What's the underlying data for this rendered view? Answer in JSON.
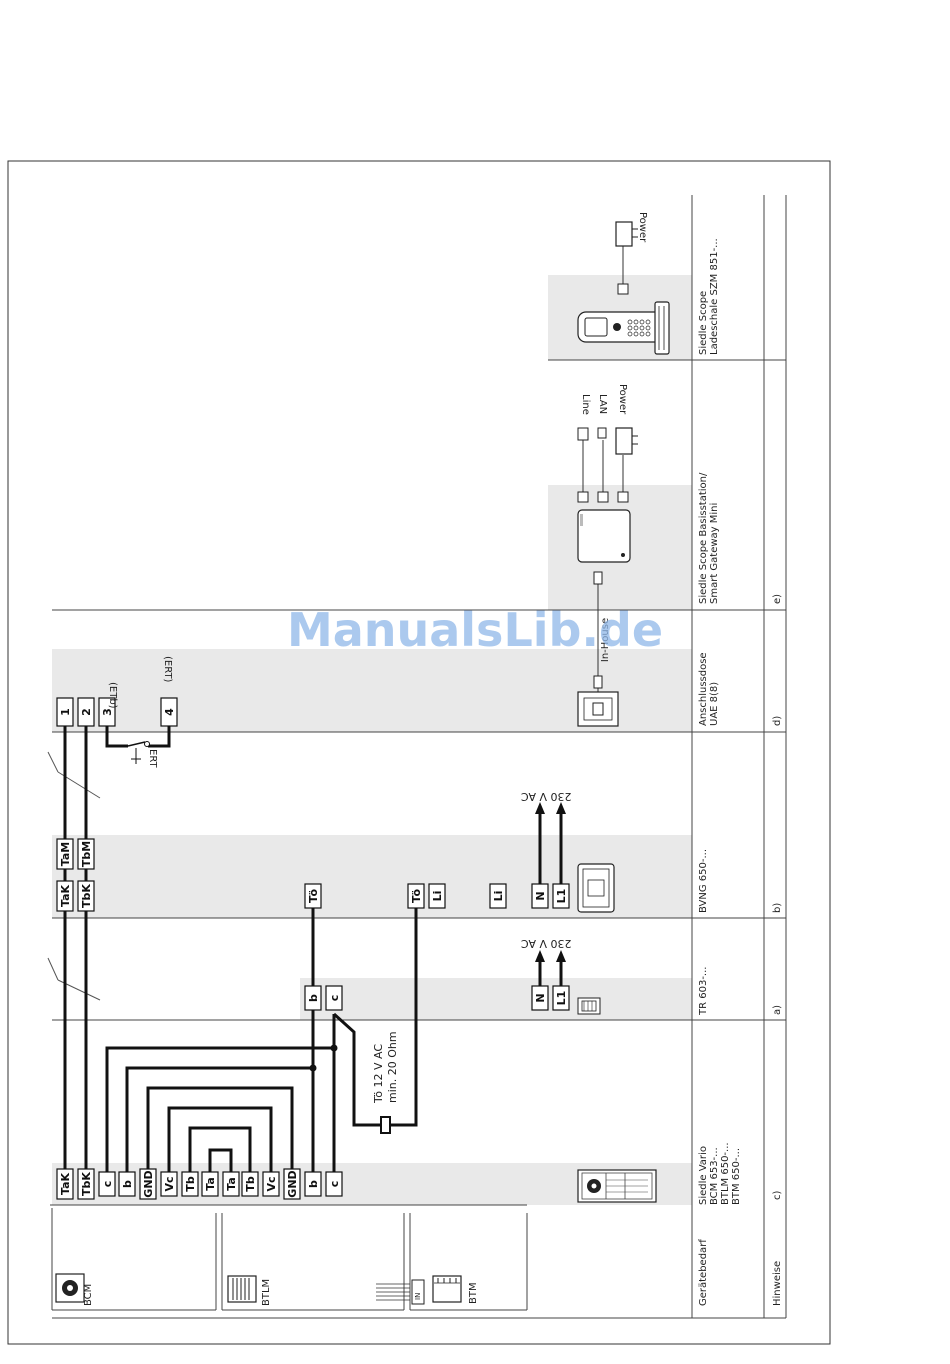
{
  "watermark": "ManualsLib.de",
  "labels": {
    "geraetebedarf": "Gerätebedarf",
    "hinweise": "Hinweise",
    "bcm": "BCM",
    "btlm": "BTLM",
    "btm": "BTM",
    "in": "IN",
    "vario_1": "Siedle Vario",
    "vario_2": "BCM 653-...",
    "vario_3": "BTLM 650-...",
    "vario_4": "BTM 650-...",
    "tr": "TR 603-...",
    "bvng": "BVNG 650-...",
    "uae_1": "Anschlussdose",
    "uae_2": "UAE 8(8)",
    "scope_1": "Siedle Scope Basisstation/",
    "scope_2": "Smart Gateway Mini",
    "szm_1": "Siedle Scope",
    "szm_2": "Ladeschale SZM 851-...",
    "line": "Line",
    "lan": "LAN",
    "power1": "Power",
    "power2": "Power",
    "in_house": "In-House",
    "etb": "(ETb)",
    "ert": "(ERT)",
    "ert2": "ERT",
    "to_spec_1": "Tö 12 V AC",
    "to_spec_2": "min. 20 Ohm",
    "v230_1": "230 V AC",
    "v230_2": "230 V AC",
    "note_a": "a)",
    "note_b": "b)",
    "note_c": "c)",
    "note_d": "d)",
    "note_e": "e)"
  },
  "terminals": {
    "vario": [
      "TaK",
      "TbK",
      "c",
      "b",
      "GND",
      "Vc",
      "Tb",
      "Ta",
      "Ta",
      "Tb",
      "Vc",
      "GND",
      "b",
      "c"
    ],
    "tr": [
      "b",
      "c",
      "N",
      "L1"
    ],
    "bvng_left": [
      "TaK",
      "TbK",
      "Tö",
      "Tö",
      "Li",
      "Li",
      "N",
      "L1"
    ],
    "bvng_right": [
      "TaM",
      "TbM"
    ],
    "uae": [
      "1",
      "2",
      "3",
      "4"
    ]
  },
  "colors": {
    "shade": "#e9e9e9",
    "wire": "#111111",
    "watermark": "#8fb7e8"
  }
}
